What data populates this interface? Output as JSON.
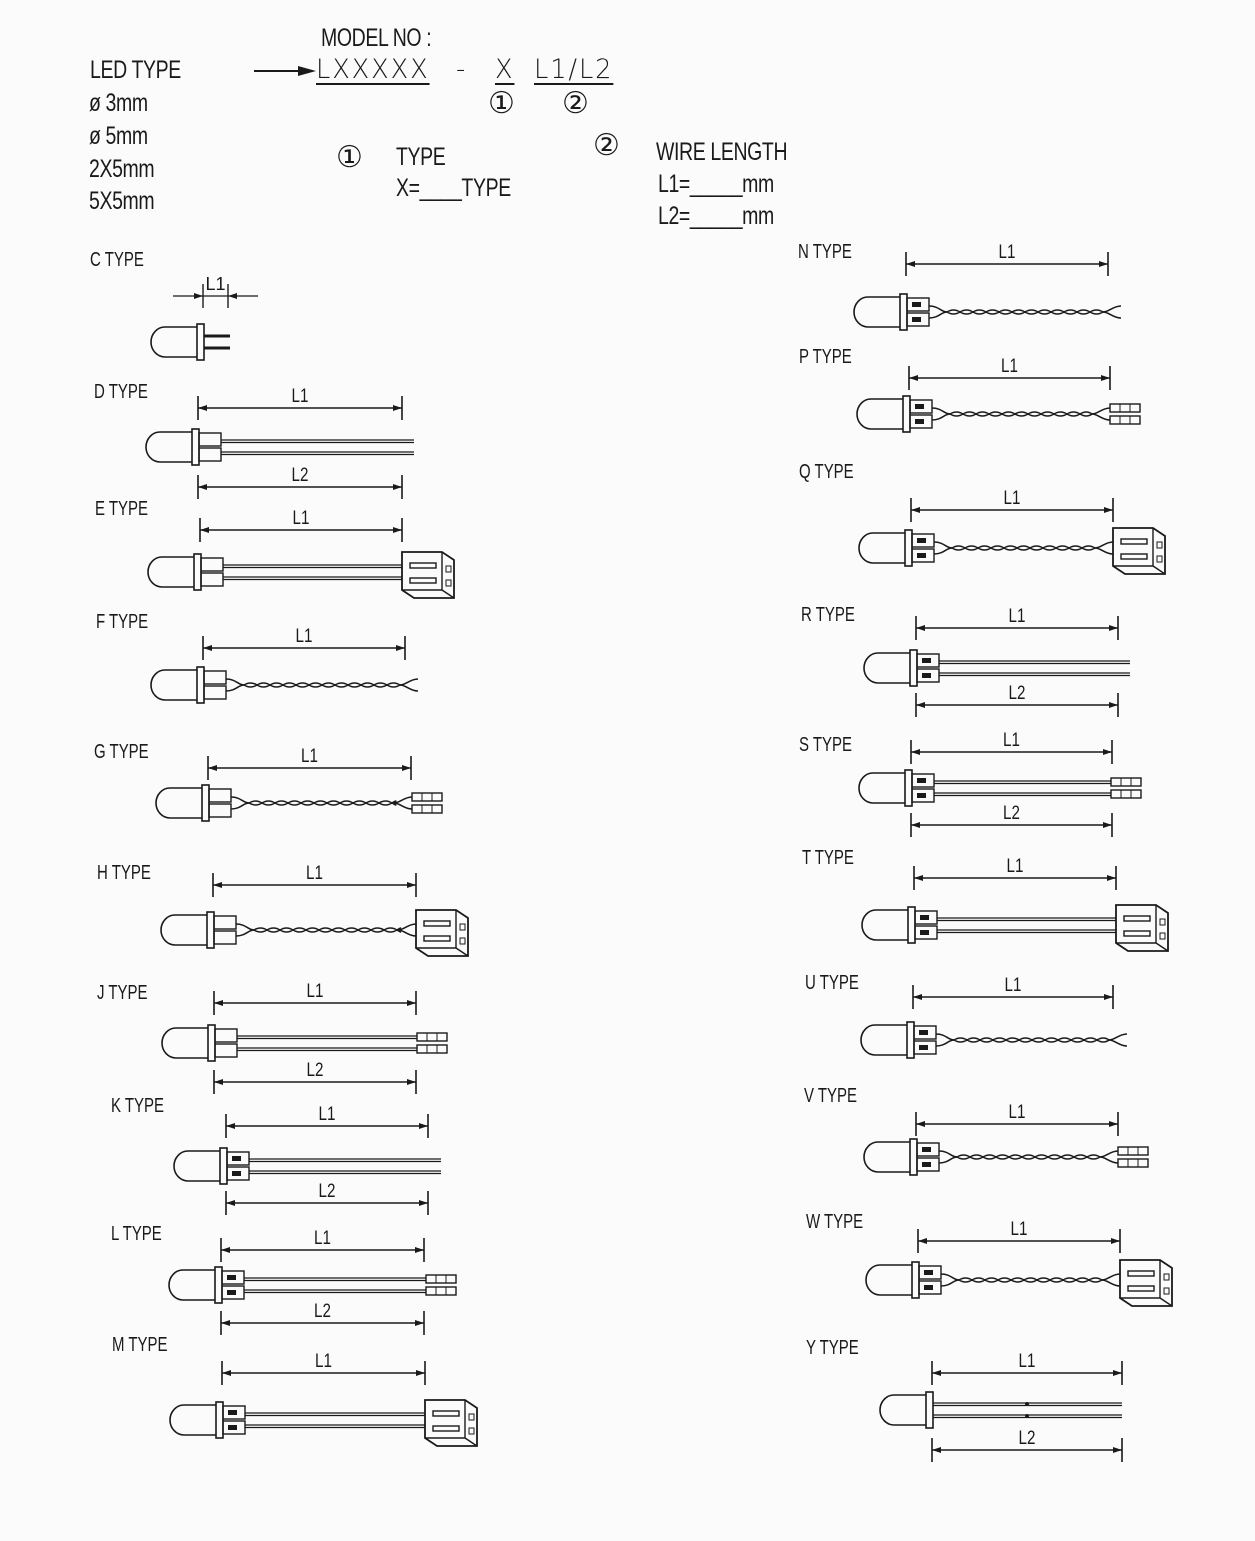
{
  "header": {
    "model_no_label": "MODEL NO :",
    "model_code": "LXXXXX",
    "dash": "-",
    "type_code": "X",
    "length_code": "L1/L2",
    "circle_1": "①",
    "circle_2": "②",
    "led_type_title": "LED TYPE",
    "led_types": [
      "ø 3mm",
      "ø 5mm",
      "2X5mm",
      "5X5mm"
    ],
    "type_section": {
      "marker": "①",
      "title": "TYPE",
      "line": "X=____TYPE"
    },
    "wire_section": {
      "marker": "②",
      "title": "WIRE LENGTH",
      "l1": "L1=_____mm",
      "l2": "L2=_____mm"
    }
  },
  "types": [
    {
      "label": "C TYPE",
      "wire": "pins",
      "end": "bare",
      "marks": false,
      "dims": [
        "L1"
      ]
    },
    {
      "label": "D TYPE",
      "wire": "straight",
      "end": "bare",
      "marks": false,
      "dims": [
        "L1",
        "L2"
      ]
    },
    {
      "label": "E TYPE",
      "wire": "straight",
      "end": "connector",
      "marks": false,
      "dims": [
        "L1"
      ]
    },
    {
      "label": "F TYPE",
      "wire": "twisted",
      "end": "fork",
      "marks": false,
      "dims": [
        "L1"
      ]
    },
    {
      "label": "G TYPE",
      "wire": "twisted",
      "end": "terminals",
      "marks": false,
      "dims": [
        "L1"
      ]
    },
    {
      "label": "H TYPE",
      "wire": "twisted",
      "end": "connector",
      "marks": false,
      "dims": [
        "L1"
      ]
    },
    {
      "label": "J TYPE",
      "wire": "straight",
      "end": "terminals",
      "marks": false,
      "dims": [
        "L1",
        "L2"
      ]
    },
    {
      "label": "K TYPE",
      "wire": "straight",
      "end": "bare",
      "marks": true,
      "dims": [
        "L1",
        "L2"
      ]
    },
    {
      "label": "L TYPE",
      "wire": "straight",
      "end": "terminals",
      "marks": true,
      "dims": [
        "L1",
        "L2"
      ]
    },
    {
      "label": "M TYPE",
      "wire": "straight",
      "end": "connector",
      "marks": true,
      "dims": [
        "L1"
      ]
    },
    {
      "label": "N TYPE",
      "wire": "twisted",
      "end": "fork",
      "marks": true,
      "dims": [
        "L1"
      ]
    },
    {
      "label": "P TYPE",
      "wire": "twisted",
      "end": "terminals",
      "marks": true,
      "dims": [
        "L1"
      ]
    },
    {
      "label": "Q TYPE",
      "wire": "twisted",
      "end": "connector",
      "marks": true,
      "dims": [
        "L1"
      ]
    },
    {
      "label": "R TYPE",
      "wire": "straight",
      "end": "bare",
      "marks": true,
      "dims": [
        "L1",
        "L2"
      ]
    },
    {
      "label": "S TYPE",
      "wire": "straight",
      "end": "terminals",
      "marks": true,
      "dims": [
        "L1",
        "L2"
      ]
    },
    {
      "label": "T TYPE",
      "wire": "straight",
      "end": "connector",
      "marks": true,
      "dims": [
        "L1"
      ]
    },
    {
      "label": "U TYPE",
      "wire": "twisted",
      "end": "fork",
      "marks": true,
      "dims": [
        "L1"
      ]
    },
    {
      "label": "V TYPE",
      "wire": "twisted",
      "end": "terminals",
      "marks": true,
      "dims": [
        "L1"
      ]
    },
    {
      "label": "W TYPE",
      "wire": "twisted",
      "end": "connector",
      "marks": true,
      "dims": [
        "L1"
      ]
    },
    {
      "label": "Y TYPE",
      "wire": "leads",
      "end": "bare",
      "marks": false,
      "dims": [
        "L1",
        "L2"
      ]
    }
  ]
}
